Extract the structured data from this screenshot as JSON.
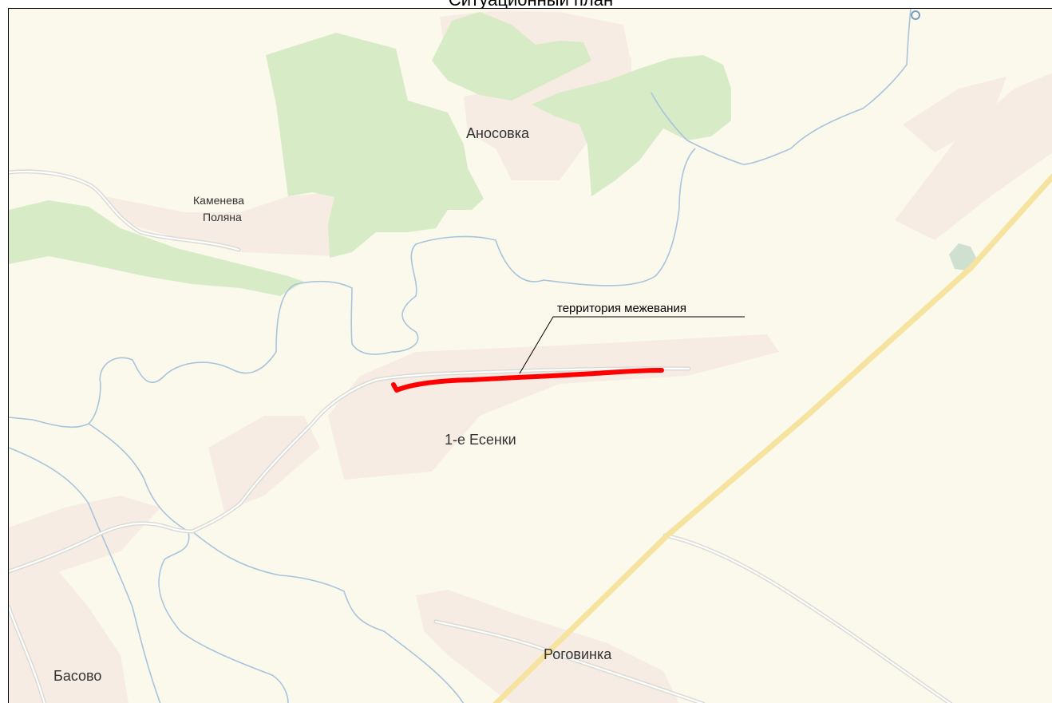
{
  "title": "Ситуационный план",
  "labels": {
    "anosovka": "Аносовка",
    "kameneva_line1": "Каменева",
    "kameneva_line2": "Поляна",
    "yesenki": "1-е Есенки",
    "rogovinka": "Роговинка",
    "basovo": "Басово",
    "callout": "территория межевания"
  },
  "colors": {
    "background": "#fbf9ec",
    "forest": "#d6ebc6",
    "settlement": "#f5ece4",
    "water": "#a9c4dc",
    "minor_road": "#dadad5",
    "main_road": "#f6e3a0",
    "survey_line": "#ff0000"
  }
}
